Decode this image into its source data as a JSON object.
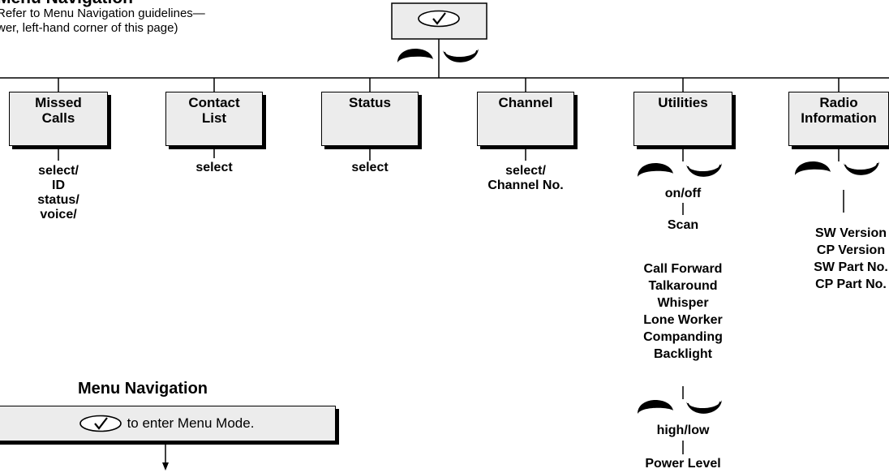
{
  "header": {
    "title_fragment": "Menu Navigation",
    "note_lines": [
      "Refer to Menu Navigation guidelines—",
      "wer, left-hand corner of this page)"
    ]
  },
  "menu": [
    {
      "id": "missed-calls",
      "lines": [
        "Missed",
        "Calls"
      ]
    },
    {
      "id": "contact-list",
      "lines": [
        "Contact",
        "List"
      ]
    },
    {
      "id": "status",
      "lines": [
        "Status"
      ]
    },
    {
      "id": "channel",
      "lines": [
        "Channel"
      ]
    },
    {
      "id": "utilities",
      "lines": [
        "Utilities"
      ]
    },
    {
      "id": "radio-information",
      "lines": [
        "Radio",
        "Information"
      ]
    }
  ],
  "missed_calls_options": [
    "select/",
    "ID",
    "status/",
    "voice/"
  ],
  "contact_list_option": "select",
  "status_option": "select",
  "channel_options": [
    "select/",
    "Channel No."
  ],
  "utilities": {
    "toggle": "on/off",
    "scan": "Scan",
    "features": [
      "Call Forward",
      "Talkaround",
      "Whisper",
      "Lone Worker",
      "Companding",
      "Backlight"
    ],
    "level_toggle": "high/low",
    "power_level": "Power Level"
  },
  "radio_information_items": [
    "SW Version",
    "CP Version",
    "SW Part No.",
    "CP Part No."
  ],
  "menu_navigation": {
    "title": "Menu Navigation",
    "instruction": "to enter Menu Mode."
  },
  "icons": [
    "checkmark-oval-icon",
    "scroll-up-key-icon",
    "scroll-down-key-icon",
    "arrow-down-icon"
  ]
}
